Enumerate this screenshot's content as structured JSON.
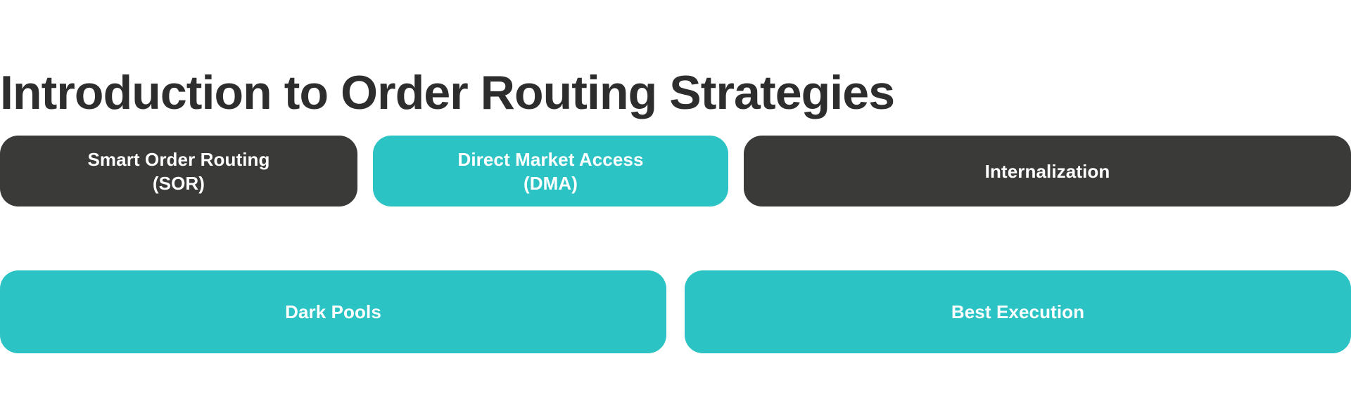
{
  "slide": {
    "title": "Introduction to Order Routing Strategies",
    "background_color": "#ffffff",
    "title_color": "#2d2d2d",
    "accent_dark": "#3a3a38",
    "accent_teal": "#2bc3c4",
    "label_color": "#ffffff"
  },
  "rows": [
    {
      "cards": [
        {
          "label": "Smart Order Routing\n(SOR)",
          "style": "dark"
        },
        {
          "label": "Direct Market Access\n(DMA)",
          "style": "teal"
        },
        {
          "label": "Internalization",
          "style": "dark"
        }
      ]
    },
    {
      "cards": [
        {
          "label": "Dark Pools",
          "style": "teal"
        },
        {
          "label": "Best Execution",
          "style": "teal"
        }
      ]
    }
  ]
}
